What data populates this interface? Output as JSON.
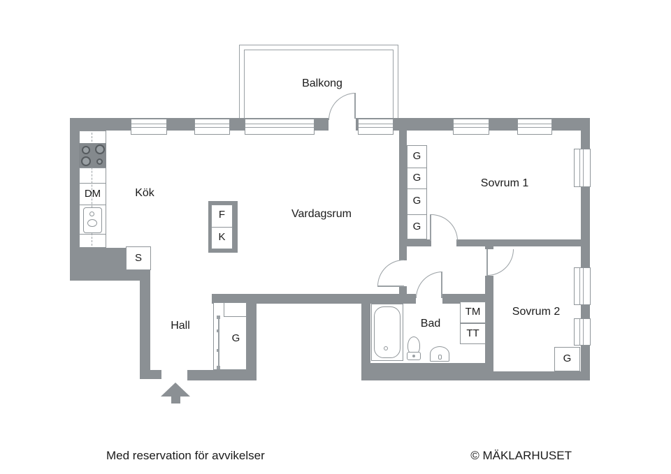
{
  "plan": {
    "rooms": {
      "balcony": "Balkong",
      "kitchen": "Kök",
      "living_room": "Vardagsrum",
      "bedroom1": "Sovrum 1",
      "bedroom2": "Sovrum 2",
      "hall": "Hall",
      "bathroom": "Bad"
    },
    "labels": {
      "dishwasher": "DM",
      "pantry": "S",
      "fridge": "F",
      "freezer": "K",
      "wardrobe": "G",
      "washing_machine": "TM",
      "dryer": "TT"
    },
    "bedroom1_wardrobes": [
      "G",
      "G",
      "G",
      "G"
    ]
  },
  "footer": {
    "disclaimer": "Med reservation för avvikelser",
    "copyright": "© MÄKLARHUSET"
  },
  "colors": {
    "wall_gray": "#8b9094",
    "line_gray": "#9aa0a4",
    "text": "#1a1a1a",
    "background": "#ffffff"
  }
}
